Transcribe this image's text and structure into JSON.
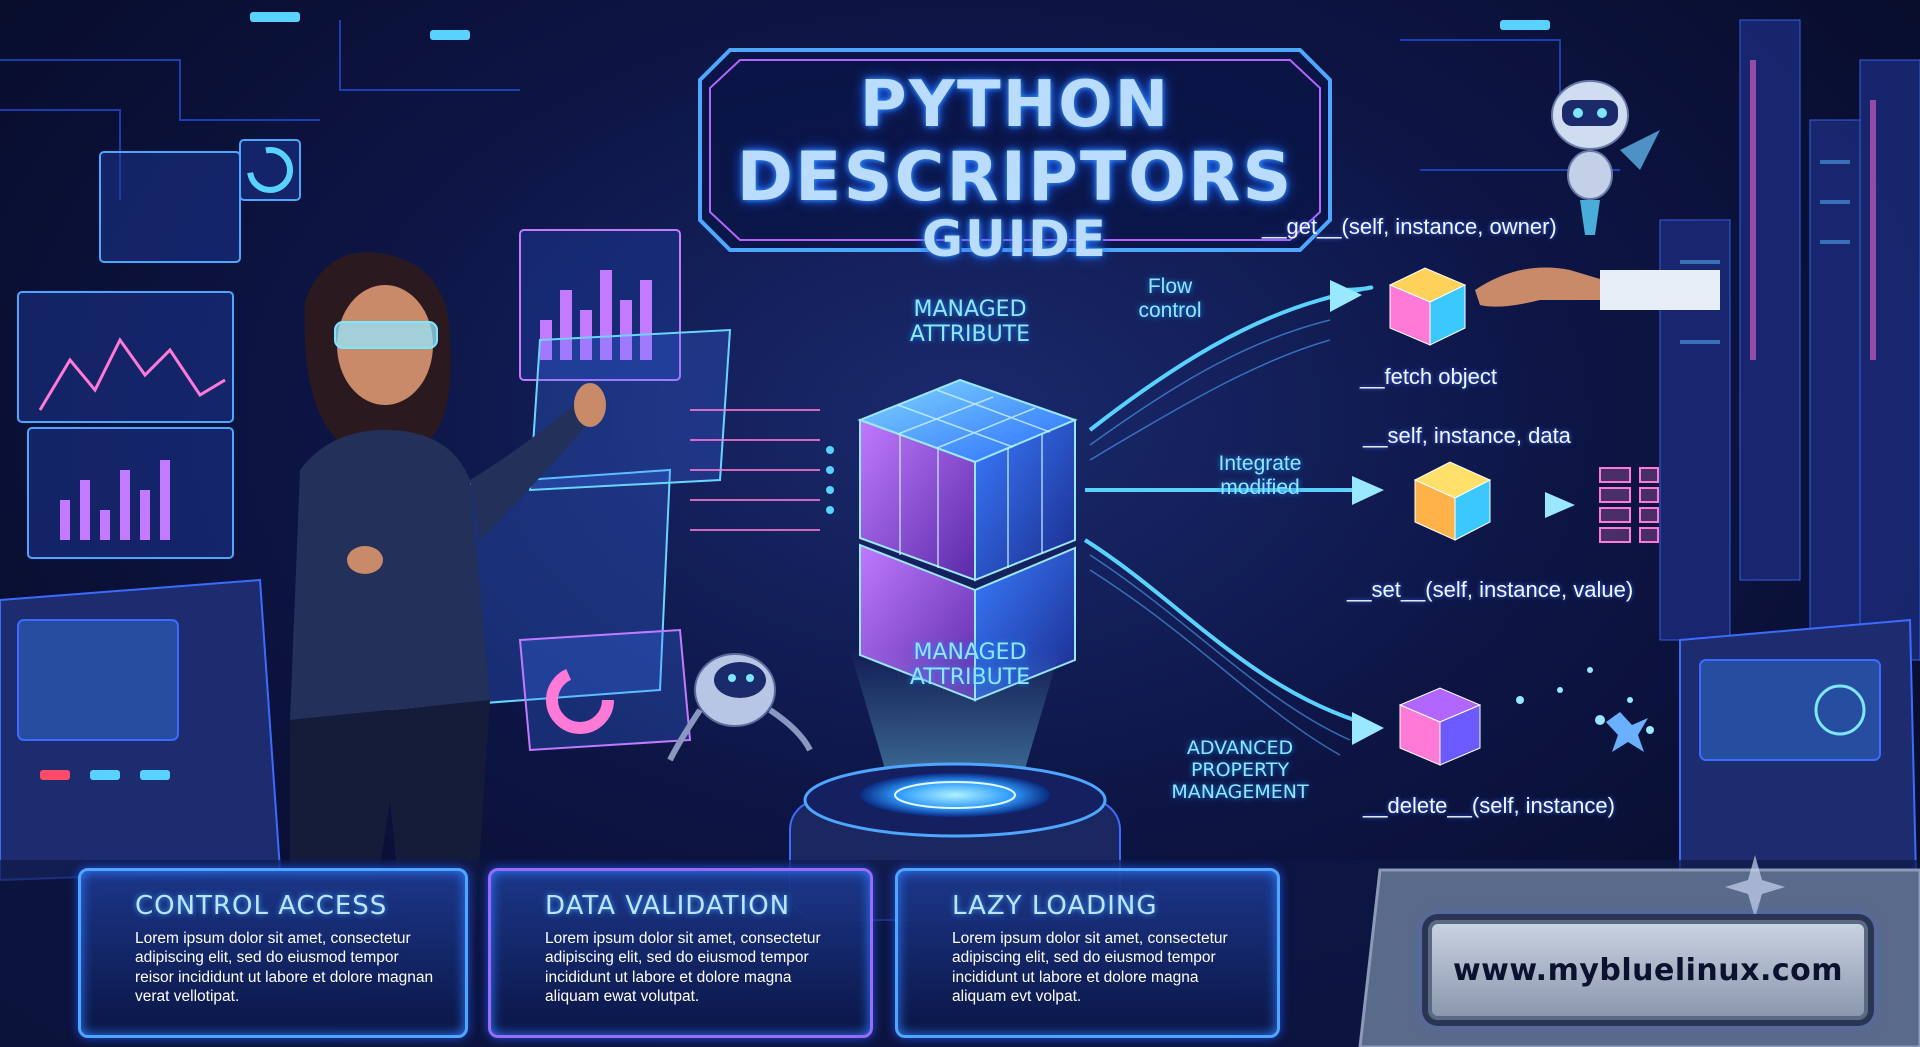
{
  "title": {
    "line1": "PYTHON",
    "line2": "DESCRIPTORS",
    "line3": "GUIDE"
  },
  "labels": {
    "managed_top": "MANAGED\nATTRIBUTE",
    "managed_bottom": "MANAGED\nATTRIBUTE",
    "flow_control": "Flow\ncontrol",
    "integrate_modified": "Integrate\nmodified",
    "advanced": "ADVANCED\nPROPERTY\nMANAGEMENT"
  },
  "code_labels": {
    "get": "__get__(self, instance, owner)",
    "fetch": "__fetch object",
    "self_data": "__self, instance, data",
    "set": "__set__(self, instance, value)",
    "delete": "__delete__(self, instance)"
  },
  "panels": [
    {
      "title": "CONTROL ACCESS",
      "body": "Lorem ipsum dolor sit amet, consectetur adipiscing elit, sed do eiusmod tempor reisor incididunt ut labore et dolore magnan verat vellotipat."
    },
    {
      "title": "DATA VALIDATION",
      "body": "Lorem ipsum dolor sit amet, consectetur adipiscing elit, sed do eiusmod tempor incididunt ut labore et dolore magna aliquam ewat volutpat."
    },
    {
      "title": "LAZY LOADING",
      "body": "Lorem ipsum dolor sit amet, consectetur adipiscing elit, sed do eiusmod tempor incididunt ut labore et dolore magna aliquam evt volpat."
    }
  ],
  "url": "www.mybluelinux.com",
  "colors": {
    "accent": "#4fa6ff",
    "glow": "#3aa0ff",
    "purple": "#b066ff",
    "deep": "#070b24"
  }
}
